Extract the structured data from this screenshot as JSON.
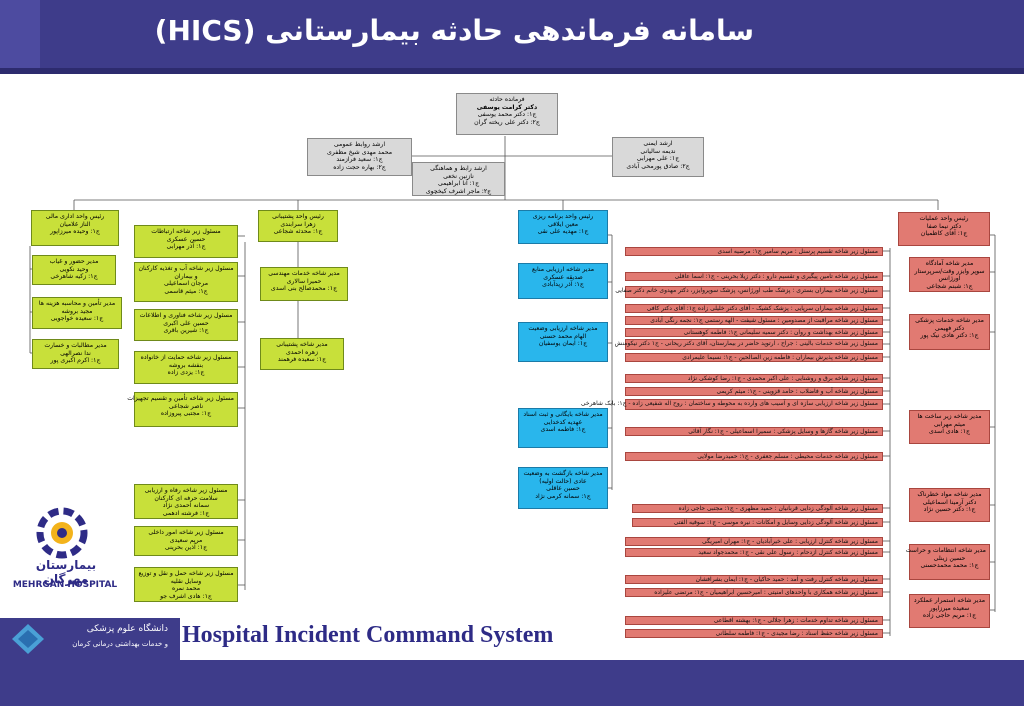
{
  "title": "سامانه فرماندهی حادثه بیمارستانی (HICS)",
  "english_title": "Hospital Incident Command System",
  "logo": {
    "name_en": "MEHRGAN HOSPITAL",
    "name_fa": "بیمارستان مهرگان"
  },
  "university": {
    "line1": "دانشگاه علوم پزشکی",
    "line2": "و خدمات بهداشتی درمانی کرمان"
  },
  "commander": [
    "فرمانده حادثه",
    "دکتر کرامت یوسفی",
    "ج۱: دکتر محمد یوسفی",
    "ج۲: دکتر علی ریخته گران"
  ],
  "staff": {
    "public_relations": [
      "ارشد روابط عمومی",
      "محمد مهدی شیخ مظفری",
      "ج۱: سعید فرازمند",
      "ج۲: بهاره حجت زاده"
    ],
    "liaison": [
      "ارشد رابط و هماهنگی",
      "نازنین نخعی",
      "ج۱: آنا ابراهیمی",
      "ج۲: ماجر اشرف کیخچوی"
    ],
    "safety": [
      "ارشد ایمنی",
      "ندیمه سالیانی",
      "ج۱: علی مهرابی",
      "ج۲: صادق پورمحی آبادی"
    ]
  },
  "finance": {
    "head": [
      "رئیس واحد اداری مالی",
      "الناز غلامیان",
      "ج۱: وحیده میرزاپور"
    ],
    "units": [
      [
        "مدیر حضور و غیاب",
        "وحید نکویی",
        "ج۱: زکیه شاهرخی"
      ],
      [
        "مدیر تأمین و محاسبه هزینه ها",
        "مجید بروشه",
        "ج۱: سعیده خواجویی"
      ],
      [
        "مدیر مطالبات و خسارت",
        "ندا نصرالهی",
        "ج۱: اکرم اکبری پور"
      ]
    ]
  },
  "logistics": {
    "head": [
      "رئیس واحد پشتیبانی",
      "زهرا سرابندی",
      "ج۱: محدثه شجاعی"
    ],
    "branches": [
      [
        "مدیر شاخه خدمات مهندسی",
        "حمیرا سالاری",
        "ج۱: محمدصالح بنی اسدی"
      ],
      [
        "مدیر شاخه پشتیبانی",
        "زهره احمدی",
        "ج۱: سعیده فرهمند"
      ]
    ],
    "units": [
      [
        "مسئول زیر شاخه ارتباطات",
        "حسین عسکری",
        "ج۱: آذر مهرابی"
      ],
      [
        "مسئول زیر شاخه آب و تغذیه کارکنان و بیماران",
        "مرجان اسماعیلی",
        "ج۱: میثم قاسمی"
      ],
      [
        "مسئول زیر شاخه فناوری و اطلاعات",
        "حسین علی اکبری",
        "ج۱: شیرین باقری"
      ],
      [
        "مسئول زیر شاخه حمایت از خانواده",
        "بنفشه بروشه",
        "ج۱: یزدی زاده"
      ],
      [
        "مسئول زیر شاخه تأمین و تقسیم تجهیزات",
        "ناصر شجاعی",
        "ج۱: مجتبی پیروزاده"
      ],
      [
        "مسئول زیر شاخه رفاه و ارزیابی سلامت حرفه ای کارکنان",
        "سمانه احمدی نژاد",
        "ج۱: فرشته ادهمی"
      ],
      [
        "مسئول زیر شاخه امور داخلی",
        "مریم سعیدی",
        "ج۱: آذین بحرینی"
      ],
      [
        "مسئول زیر شاخه حمل و نقل و توزیع وسایل نقلیه",
        "محمد نمره",
        "ج۱: هادی اشرف جو"
      ]
    ]
  },
  "planning": {
    "head": [
      "رئیس واحد برنامه ریزی",
      "معین ایلاقی",
      "ج۱: مهدیه علی نقی"
    ],
    "branches": [
      [
        "مدیر شاخه ارزیابی منابع",
        "صدیقه عسکری",
        "ج۱: آذر زیدآبادی"
      ],
      [
        "مدیر شاخه ارزیابی وضعیت",
        "الهام محمد حسنی",
        "ج۱: ایمان یوسفیان"
      ],
      [
        "مدیر شاخه بایگانی و ثبت اسناد",
        "عهدیه کدخدایی",
        "ج۱: فاطمه اسدی"
      ],
      [
        "مدیر شاخه بازگشت به وضعیت عادی (حالت اولیه)",
        "حسین عاقلی",
        "ج۱: سمانه کرمی نژاد"
      ]
    ]
  },
  "operations": {
    "head": [
      "رئیس واحد عملیات",
      "دکتر نیما صفا",
      "ج۱: آقای کاظمیان"
    ],
    "branches": [
      [
        "مدیر شاخه آمادگاه",
        "سوپر وایزر وقت/سرپرستار اورژانس",
        "ج۱: شبنم شجاعی"
      ],
      [
        "مدیر شاخه خدمات پزشکی",
        "دکتر فهیمی",
        "ج۱: دکتر هادی نیک پور"
      ],
      [
        "مدیر شاخه زیر ساخت ها",
        "میثم مهرابی",
        "ج۱: هادی اسدی"
      ],
      [
        "مدیر شاخه مواد خطرناک",
        "دکتر آرمینا اسماعیلی",
        "ج۱: دکتر حسین نژاد"
      ],
      [
        "مدیر شاخه انتظامات و حراست",
        "حسین زینلی",
        "ج۱: محمد محمدحسنی"
      ],
      [
        "مدیر شاخه استمرار عملکرد",
        "سعیده میرزاپور",
        "ج۱: مریم حاجی زاده"
      ]
    ],
    "units": [
      "مسئول زیر شاخه تقسیم پرسنل : مریم سامیر ج۱: مرضیه اسدی",
      "مسئول زیر شاخه تامین پیگیری و تقسیم دارو : دکتر زیلا بحرینی - ج۱: اسما عاقلی",
      "مسئول زیر شاخه بیماران بستری : پزشک طب اورژانس، پزشک سوپروایزر، دکتر مهدوی خانم دکتر صفایی",
      "مسئول زیر شاخه بیماران سرپایی : پزشک کشیک - آقای دکتر خلیلی زاده ج۱: آقای دکتر کافی",
      "مسئول زیر شاخه مراقبت از مصدومین : مسئول شیفت - الهه رستمی ج۱: نجمه رنگی آبادی",
      "مسئول زیر شاخه بهداشت و روان : دکتر سمیه سلیمانی ج۱: فاطمه کوهستانی",
      "مسئول زیر شاخه خدمات بالینی : جراح ، ارتوپد حاضر در بیمارستان، آقای دکتر ریحانی - ج۱ دکتر نیکومنش",
      "مسئول زیر شاخه پذیرش بیماران : فاطمه زین الصالحین - ج۱: نسیما علیمرادی",
      "مسئول زیر شاخه برق و روشنایی : علی اکبر محمدی - ج۱: رضا کوشکی نژاد",
      "مسئول زیر شاخه آب و فاضلاب : حامد قزوینی - ج۱: میثم کریمی",
      "مسئول زیر شاخه ارزیابی سازه ای و آسیب های وارده به محوطه و ساختمان : روح اله شفیعی زاده - ج۱: بابک شاهرخی",
      "مسئول زیر شاخه گازها و وسایل پزشکی : سمیرا اسماعیلی - ج۱: نگار آقائی",
      "مسئول زیر شاخه خدمات محیطی : مسلم جعفری - ج۱: حمیدرضا مولایی",
      "مسئول زیر شاخه آلودگی زدایی قربانیان : حمید مظهری - ج۱: مجتبی حاجی زاده",
      "مسئول زیر شاخه آلودگی زدایی وسایل و امکانات : نیره موسی - ج۱: سوفیه الفتی",
      "مسئول زیر شاخه کنترل ارزیابی : علی خیرآبادیان - ج۱: مهران امیریگی",
      "مسئول زیر شاخه کنترل ازدحام : رسول علی نقی - ج۱: محمدجواد سعید",
      "مسئول زیر شاخه کنترل رفت و آمد : حمید حاکیان - ج۱: ایمان بشرافشان",
      "مسئول زیر شاخه همکاری با واحدهای امنیتی : امیرحسین ابراهیمیان - ج۱: مرتضی علیزاده",
      "مسئول زیر شاخه تداوم خدمات : زهرا جلالی - ج۱: بهشته اقطاعی",
      "مسئول زیر شاخه حفظ اسناد : رضا مجیدی - ج۱: فاطمه سلطانی"
    ]
  },
  "colors": {
    "header": "#3e3c8a",
    "staff": "#d9d9d9",
    "finance": "#c8e03a",
    "logistics": "#c8e03a",
    "planning": "#29b6ec",
    "operations": "#e17a72"
  }
}
